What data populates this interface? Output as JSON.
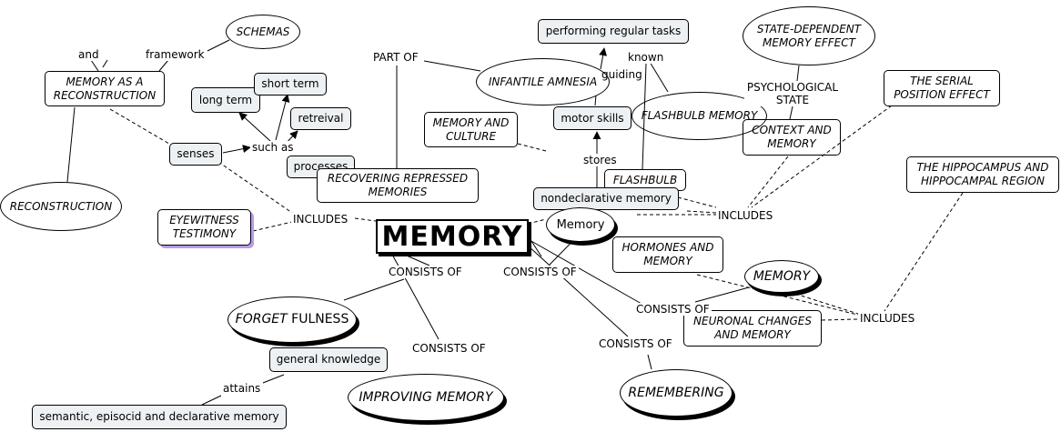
{
  "central": "MEMORY",
  "nodes": {
    "schemas": "SCHEMAS",
    "memory_reconstruction": "MEMORY AS A RECONSTRUCTION",
    "reconstruction": "RECONSTRUCTION",
    "long_term": "long term",
    "short_term": "short term",
    "retrieval": "retreival",
    "senses": "senses",
    "processes": "processes",
    "eyewitness": "EYEWITNESS TESTIMONY",
    "recovering": "RECOVERING REPRESSED MEMORIES",
    "performing_tasks": "performing regular tasks",
    "infantile_amnesia": "INFANTILE AMNESIA",
    "motor_skills": "motor skills",
    "memory_culture": "MEMORY AND CULTURE",
    "flashbulb_ellipse": "FLASHBULB MEMORY",
    "flashbulb_box": "FLASHBULB",
    "nondeclarative": "nondeclarative memory",
    "memory_ellipse": "Memory",
    "state_dependent": "STATE-DEPENDENT MEMORY EFFECT",
    "context_memory": "CONTEXT AND MEMORY",
    "serial_position": "THE SERIAL POSITION EFFECT",
    "hippocampus": "THE HIPPOCAMPUS AND HIPPOCAMPAL REGION",
    "hormones": "HORMONES AND MEMORY",
    "memory_italic": "MEMORY",
    "neuronal": "NEURONAL CHANGES AND MEMORY",
    "forgetfulness_a": "FORGET",
    "forgetfulness_b": " FULNESS",
    "general_knowledge": "general knowledge",
    "semantic": "semantic, episocid and declarative memory",
    "improving": "IMPROVING MEMORY",
    "remembering": "REMEMBERING"
  },
  "link_labels": {
    "and": "and",
    "framework": "framework",
    "such_as": "such as",
    "part_of": "PART OF",
    "guiding": "guiding",
    "known": "known",
    "stores": "stores",
    "psychological_state": "PSYCHOLOGICAL STATE",
    "includes_left": "INCLUDES",
    "includes_right": "INCLUDES",
    "includes_lower": "INCLUDES",
    "consists_left": "CONSISTS OF",
    "consists_mid": "CONSISTS OF",
    "consists_lower": "CONSISTS OF",
    "consists_improving": "CONSISTS OF",
    "consists_remembering": "CONSISTS OF",
    "attains": "attains"
  }
}
